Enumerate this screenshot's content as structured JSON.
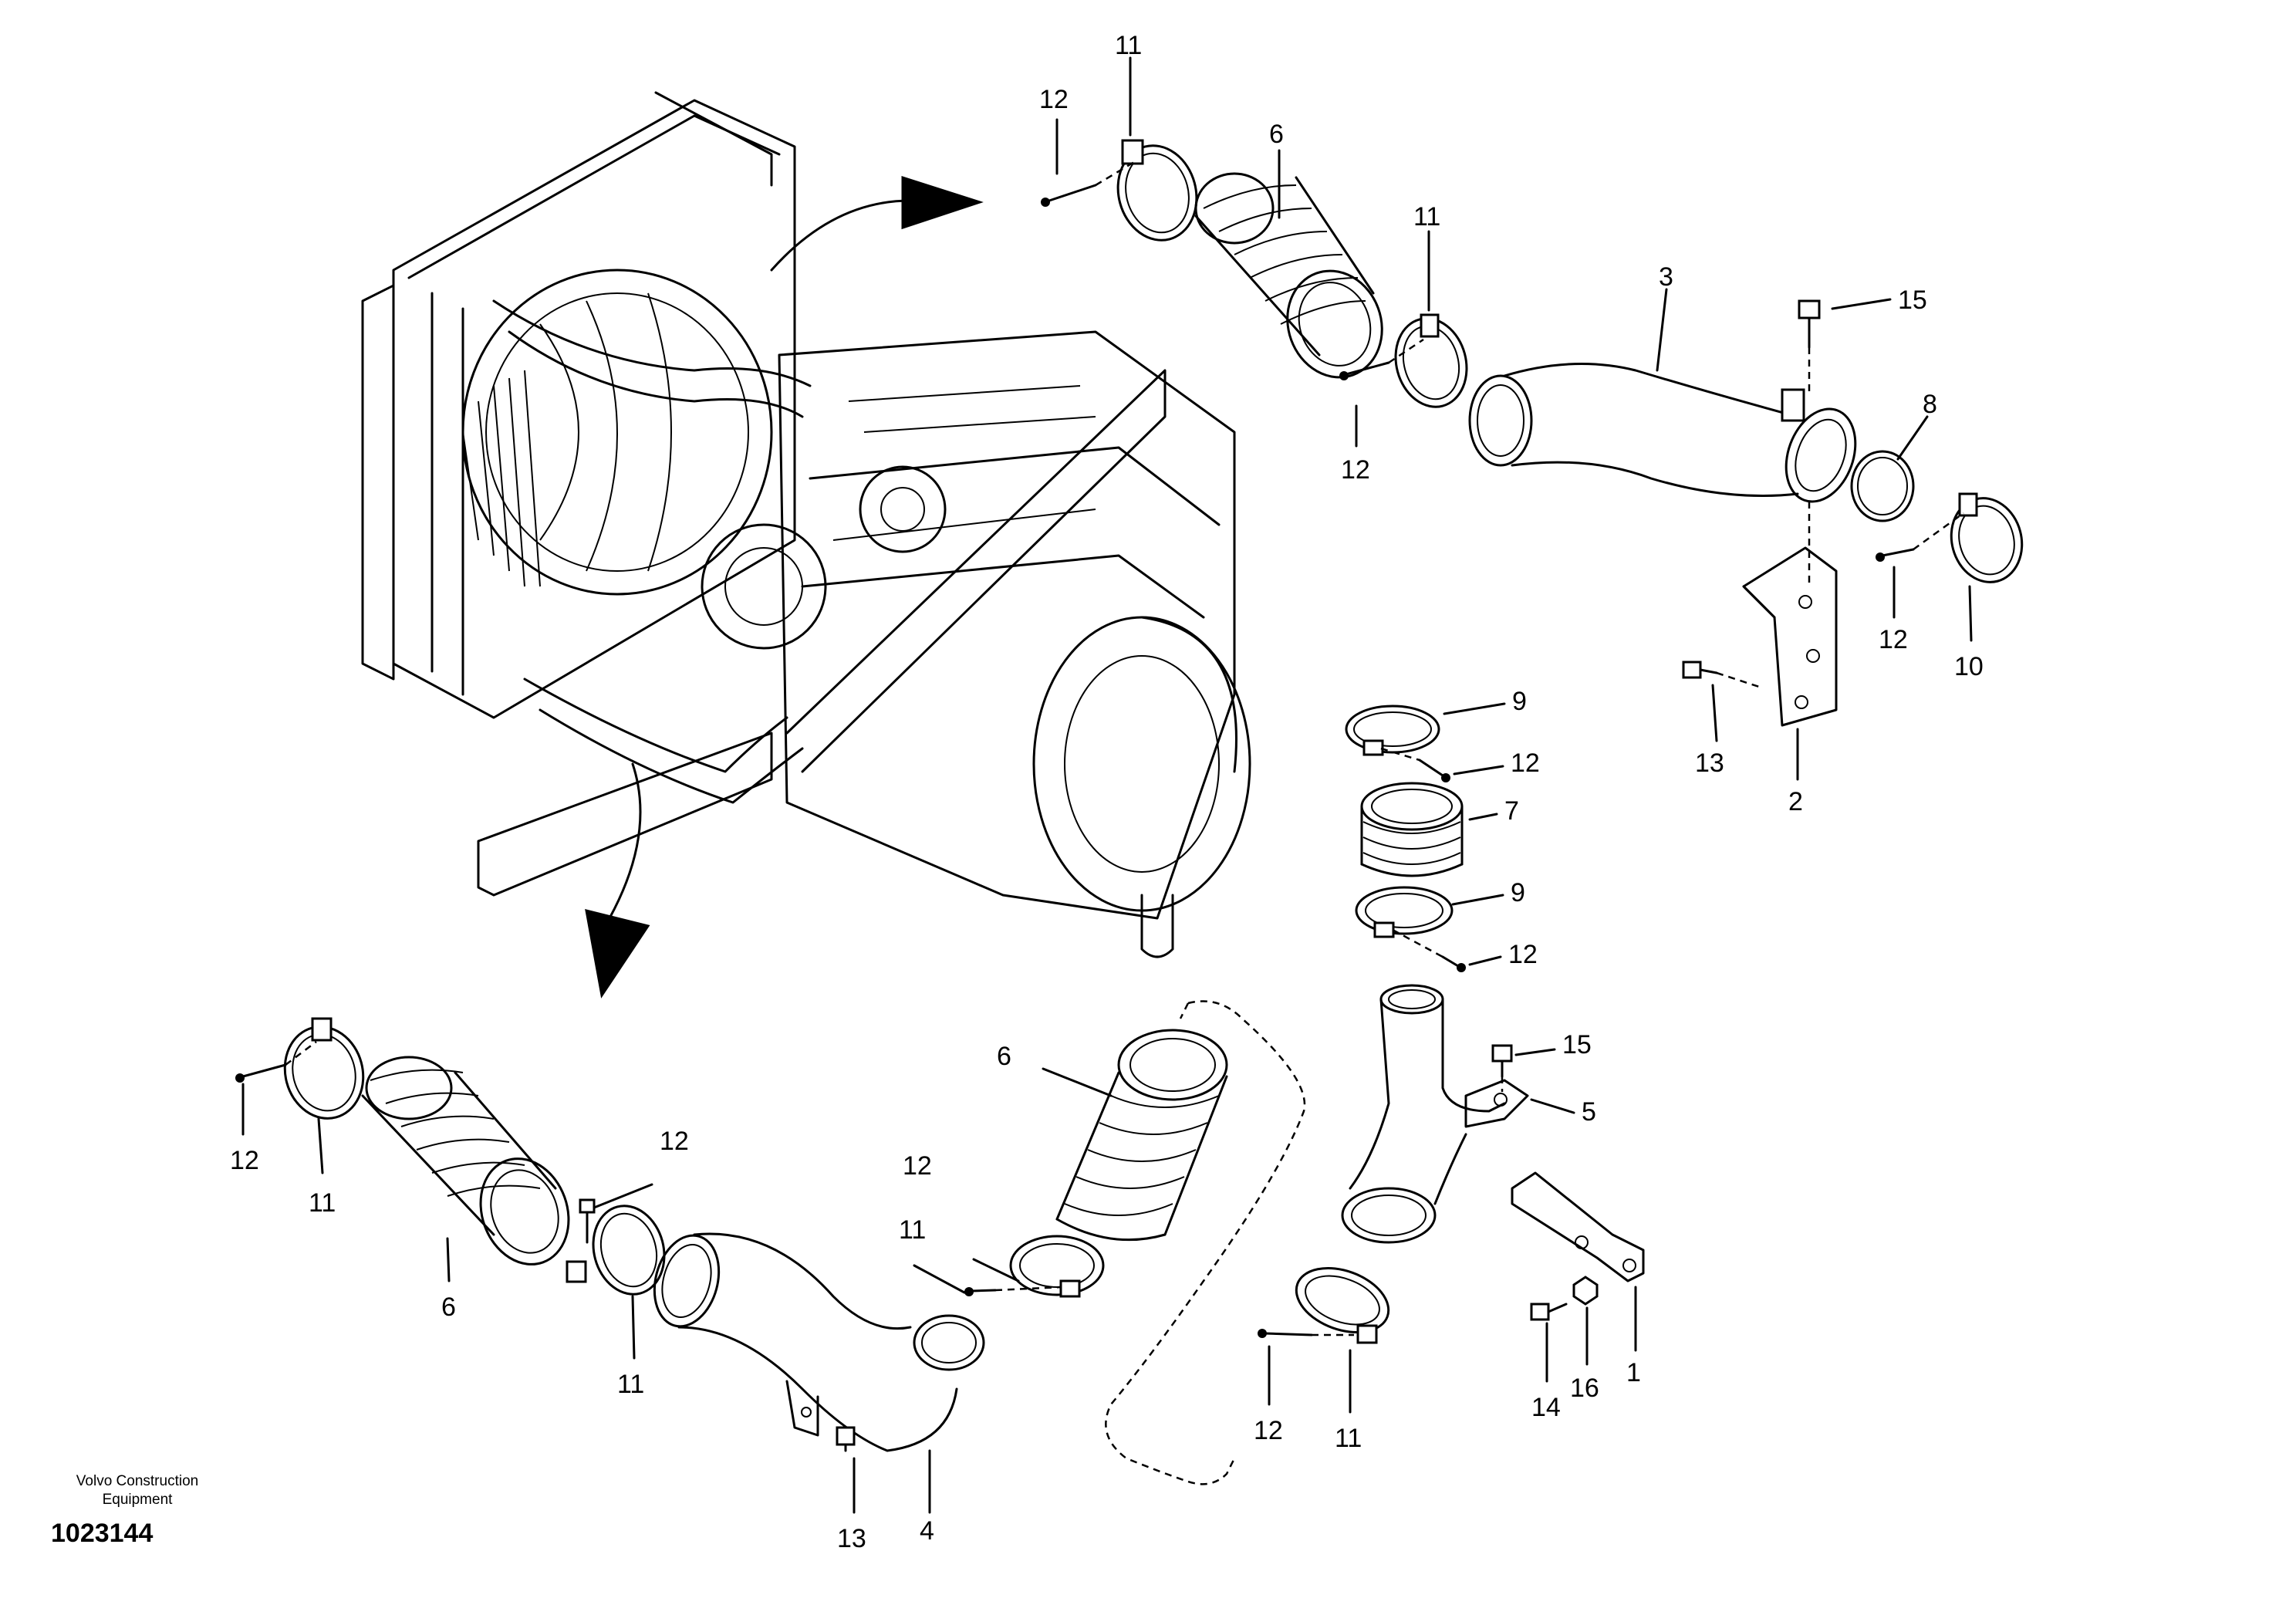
{
  "credit": {
    "line1": "Volvo Construction",
    "line2": "Equipment"
  },
  "doc_id": "1023144",
  "callouts": [
    "11",
    "12",
    "6",
    "11",
    "12",
    "3",
    "15",
    "8",
    "12",
    "10",
    "13",
    "2",
    "9",
    "12",
    "7",
    "9",
    "12",
    "15",
    "5",
    "6",
    "12",
    "11",
    "12",
    "12",
    "11",
    "6",
    "11",
    "1",
    "16",
    "14",
    "12",
    "11",
    "13",
    "4"
  ]
}
